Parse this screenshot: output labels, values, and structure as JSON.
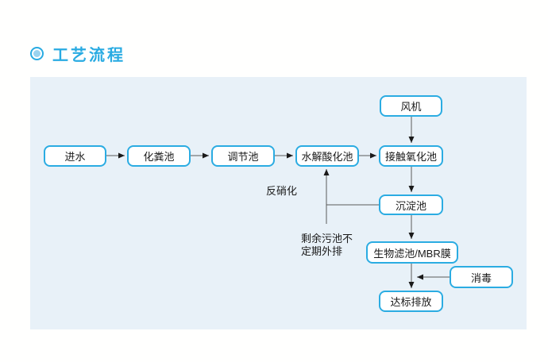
{
  "header": {
    "title": "工艺流程",
    "accent_color": "#29ABE2"
  },
  "diagram": {
    "panel_color": "#E8F1F8",
    "box_border_color": "#2BACE2",
    "box_fill_color": "#FFFFFF",
    "line_color": "#5A5A5A",
    "arrow_color": "#1A1A1A",
    "text_color": "#1A1A1A",
    "nodes": {
      "inflow": {
        "label": "进水"
      },
      "septic_tank": {
        "label": "化粪池"
      },
      "regulating_tank": {
        "label": "调节池"
      },
      "hydrolysis_tank": {
        "label": "水解酸化池"
      },
      "contact_oxidation_tank": {
        "label": "接触氧化池"
      },
      "fan": {
        "label": "风机"
      },
      "sedimentation_tank": {
        "label": "沉淀池"
      },
      "biofilter_mbr": {
        "label": "生物滤池/MBR膜"
      },
      "disinfection": {
        "label": "消毒"
      },
      "discharge": {
        "label": "达标排放"
      }
    },
    "annotations": {
      "denitrification": "反硝化",
      "sludge_note_line1": "剩余污池不",
      "sludge_note_line2": "定期外排"
    },
    "edges": [
      "进水→化粪池",
      "化粪池→调节池",
      "调节池→水解酸化池",
      "水解酸化池→接触氧化池",
      "风机→接触氧化池",
      "接触氧化池→沉淀池",
      "沉淀池→生物滤池/MBR膜",
      "生物滤池/MBR膜→达标排放",
      "消毒→(生物滤池/MBR膜→达标排放)",
      "沉淀池→水解酸化池 (反硝化回流)",
      "回流线→剩余污池不定期外排"
    ]
  }
}
